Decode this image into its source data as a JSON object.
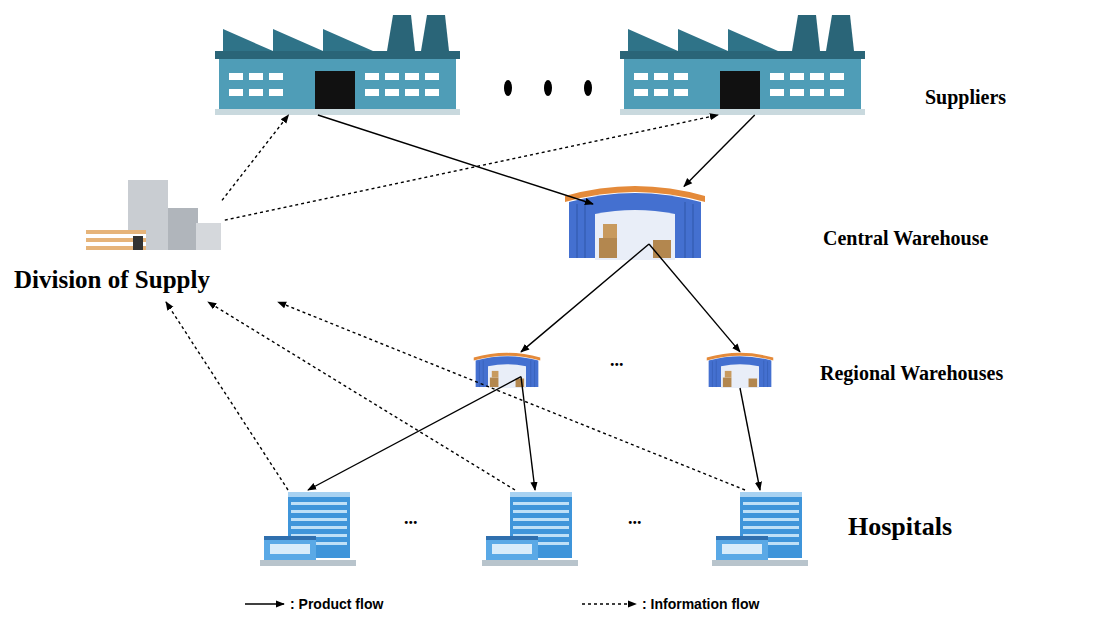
{
  "diagram": {
    "nodes": [
      {
        "text": []
      },
      {
        "text": [
          "Suppliers"
        ]
      },
      {
        "text": [
          "Division of Supply"
        ]
      },
      {
        "text": [
          "Central Warehouse"
        ]
      },
      {
        "text": []
      },
      {
        "text": [
          "Regional Warehouses"
        ]
      },
      {
        "text": []
      },
      {
        "text": []
      },
      {
        "text": [
          "Hospitals"
        ]
      }
    ],
    "edges": [
      {
        "from": 0,
        "to": 3,
        "arrow": "to"
      },
      {
        "from": 1,
        "to": 3,
        "arrow": "to"
      },
      {
        "from": 3,
        "to": 4,
        "arrow": "to"
      },
      {
        "from": 3,
        "to": 5,
        "arrow": "to"
      },
      {
        "from": 4,
        "to": 6,
        "arrow": "to"
      },
      {
        "from": 4,
        "to": 7,
        "arrow": "to"
      },
      {
        "from": 5,
        "to": 8,
        "arrow": "to"
      },
      {
        "from": 2,
        "to": 0,
        "arrow": "to"
      },
      {
        "from": 2,
        "to": 1,
        "arrow": "to"
      },
      {
        "from": 6,
        "to": 2,
        "arrow": "to"
      },
      {
        "from": 7,
        "to": 2,
        "arrow": "to"
      },
      {
        "from": 8,
        "to": 2,
        "arrow": "to"
      }
    ],
    "labels": [
      "...",
      "...",
      "..."
    ],
    "legend": [
      {
        "text": ": Product flow"
      },
      {
        "text": ": Information flow"
      }
    ]
  }
}
